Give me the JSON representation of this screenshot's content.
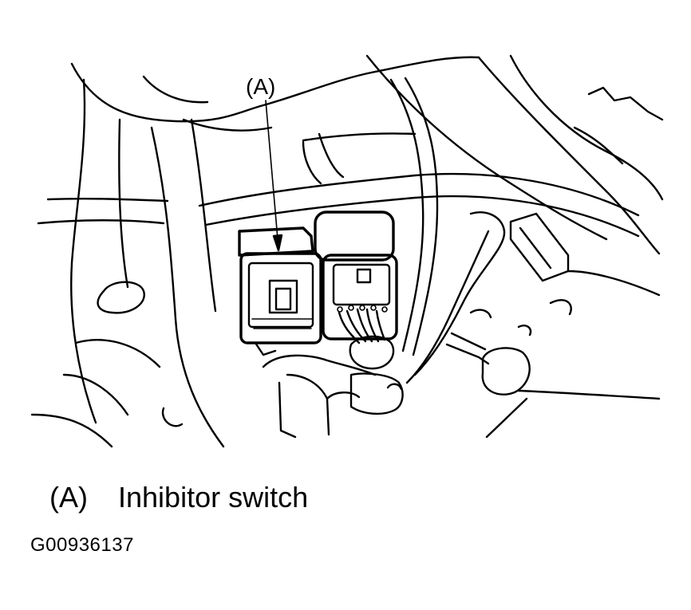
{
  "callout": {
    "letter": "(A)"
  },
  "legend": {
    "letter": "(A)",
    "label": "Inhibitor switch"
  },
  "figure_id": "G00936137"
}
